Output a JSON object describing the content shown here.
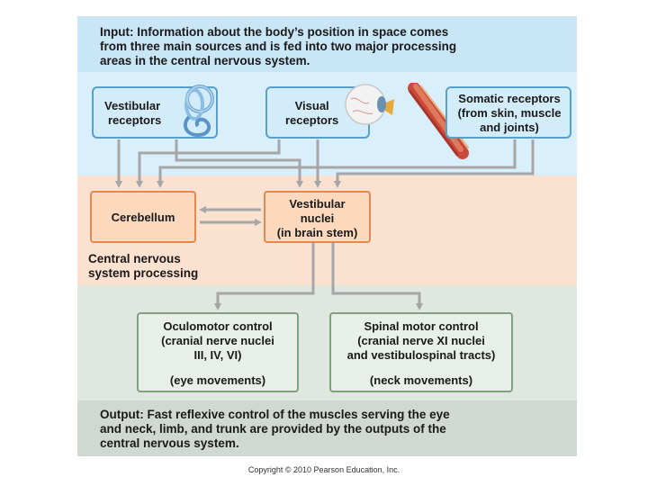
{
  "input_text": [
    "Input: Information about the body’s position in space comes",
    "from three main sources and is fed into two major processing",
    "areas in the central nervous system."
  ],
  "vestibular_receptors": [
    "Vestibular",
    "receptors"
  ],
  "visual_receptors": [
    "Visual",
    "receptors"
  ],
  "somatic_receptors": [
    "Somatic receptors",
    "(from skin, muscle",
    "and joints)"
  ],
  "cerebellum": "Cerebellum",
  "vestibular_nuclei": [
    "Vestibular",
    "nuclei",
    "(in brain stem)"
  ],
  "cns_processing": [
    "Central nervous",
    "system processing"
  ],
  "oculomotor_control": [
    "Oculomotor control",
    "(cranial nerve nuclei",
    "III, IV, VI)",
    "(eye movements)"
  ],
  "spinal_motor_control": [
    "Spinal motor control",
    "(cranial nerve XI nuclei",
    "and vestibulospinal tracts)",
    "(neck movements)"
  ],
  "output_text": [
    "Output: Fast reflexive control of the muscles serving the eye",
    "and neck, limb, and trunk are provided by the outputs of the",
    "central nervous system."
  ],
  "copyright": "Copyright © 2010 Pearson Education, Inc.",
  "icons": [
    "inner-ear-icon",
    "eyeball-icon",
    "muscle-icon"
  ],
  "colors": {
    "input_band": "#c9e6f6",
    "cns_band": "#fbe1cf",
    "motor_band": "#e0e6e0",
    "arrow": "#a6a6a6"
  }
}
